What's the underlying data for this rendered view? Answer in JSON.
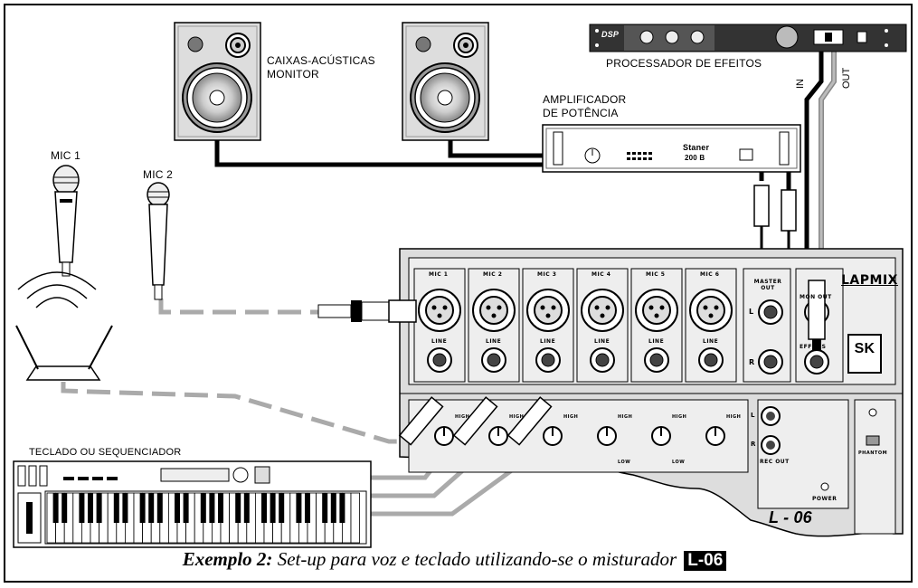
{
  "labels": {
    "speakers": "CAIXAS-ACÚSTICAS\nMONITOR",
    "speakers_line1": "CAIXAS-ACÚSTICAS",
    "speakers_line2": "MONITOR",
    "effects": "PROCESSADOR DE EFEITOS",
    "effects_in": "IN",
    "effects_out": "OUT",
    "amp_line1": "AMPLIFICADOR",
    "amp_line2": "DE POTÊNCIA",
    "mic1": "MIC 1",
    "mic2": "MIC 2",
    "keyboard": "TECLADO OU SEQUENCIADOR",
    "dsp_logo": "DSP",
    "amp_brand": "Staner",
    "amp_model": "200 B"
  },
  "mixer": {
    "brand": "LAPMIX",
    "model": "L - 06",
    "logo": "SK",
    "channels": [
      "MIC 1",
      "MIC 2",
      "MIC 3",
      "MIC 4",
      "MIC 5",
      "MIC 6"
    ],
    "line_label": "LINE",
    "master_out": "MASTER OUT",
    "mon_out": "MON OUT",
    "eff_ins": "EFF INS",
    "rec_out": "REC OUT",
    "power": "POWER",
    "phantom": "PHANTOM",
    "high": "HIGH",
    "low": "LOW",
    "left": "L",
    "right": "R"
  },
  "caption": {
    "prefix": "Exemplo 2:",
    "text": " Set-up para voz e teclado utilizando-se o misturador",
    "badge": "L-06"
  }
}
